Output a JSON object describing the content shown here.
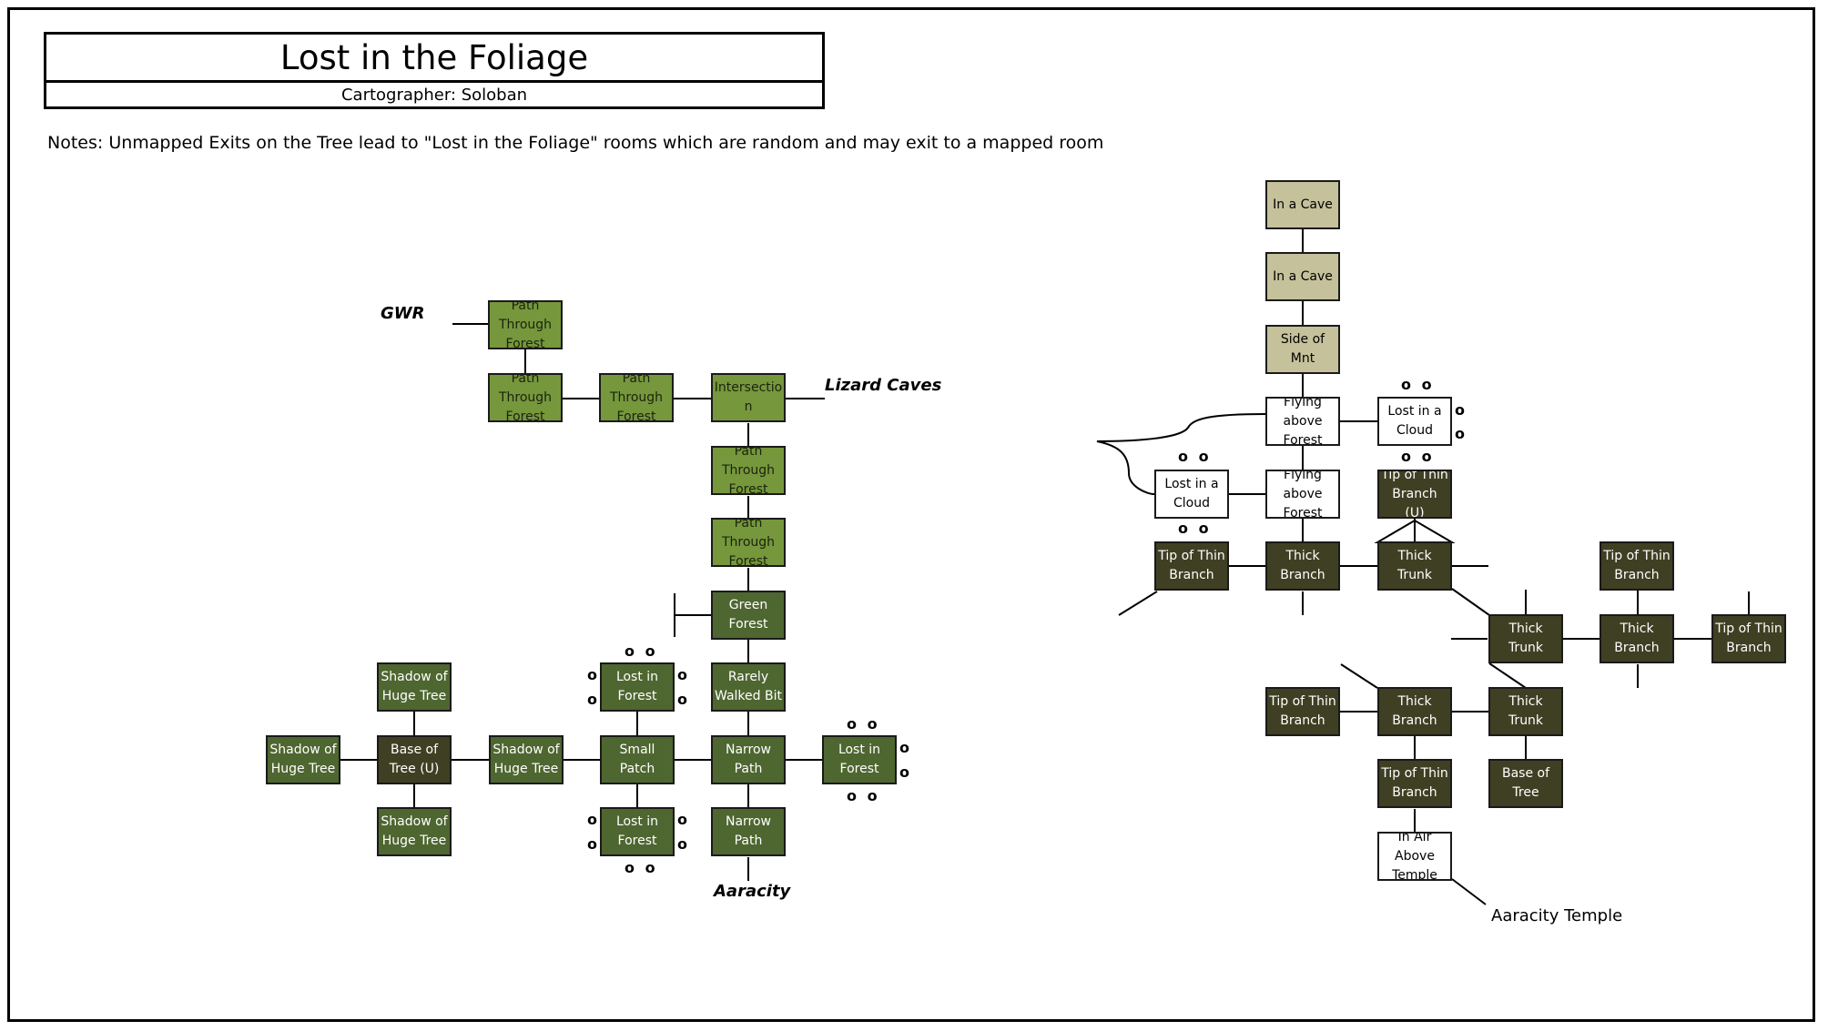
{
  "map": {
    "title": "Lost in the Foliage",
    "cartographer": "Cartographer: Soloban",
    "notes": "Notes: Unmapped Exits on the Tree lead to \"Lost in the Foliage\" rooms which are random and may exit to a mapped room"
  },
  "exits": {
    "gwr": "GWR",
    "lizard_caves": "Lizard Caves",
    "aaracity": "Aaracity",
    "aaracity_temple": "Aaracity Temple"
  },
  "rooms": {
    "path_gwr": "Path Through Forest",
    "path_2": "Path Through Forest",
    "path_3": "Path Through Forest",
    "intersection": "Intersectio n",
    "path_4": "Path Through Forest",
    "path_5": "Path Through Forest",
    "green_forest": "Green Forest",
    "rarely_walked": "Rarely Walked Bit",
    "narrow_path_1": "Narrow Path",
    "narrow_path_2": "Narrow Path",
    "small_patch": "Small Patch",
    "lost_forest_n": "Lost in Forest",
    "lost_forest_s": "Lost in Forest",
    "lost_forest_e": "Lost in Forest",
    "shadow_e": "Shadow of Huge Tree",
    "base_tree_u": "Base of Tree (U)",
    "shadow_n": "Shadow of Huge Tree",
    "shadow_s": "Shadow of Huge Tree",
    "shadow_w": "Shadow of Huge Tree",
    "cave_1": "In a Cave",
    "cave_2": "In a Cave",
    "side_mnt": "Side of Mnt",
    "flying_1": "Flying above Forest",
    "flying_2": "Flying above Forest",
    "cloud_1": "Lost in a Cloud",
    "cloud_2": "Lost in a Cloud",
    "tip_thin_u": "Tip of Thin Branch (U)",
    "thick_trunk_1": "Thick Trunk",
    "thick_branch_1": "Thick Branch",
    "tip_thin_1": "Tip of Thin Branch",
    "thick_trunk_2": "Thick Trunk",
    "thick_branch_2": "Thick Branch",
    "tip_thin_2": "Tip of Thin Branch",
    "tip_thin_3": "Tip of Thin Branch",
    "thick_trunk_3": "Thick Trunk",
    "thick_branch_3": "Thick Branch",
    "tip_thin_4": "Tip of Thin Branch",
    "tip_thin_5": "Tip of Thin Branch",
    "base_tree": "Base of Tree",
    "air_temple": "In Air Above Temple"
  },
  "markers": {
    "oo": "o o",
    "o": "o"
  },
  "colors": {
    "path_green": "#76973b",
    "forest_green": "#4e6630",
    "tree_dark": "#3f3f23",
    "cave_olive": "#c5c19b",
    "sky_white": "#ffffff"
  }
}
